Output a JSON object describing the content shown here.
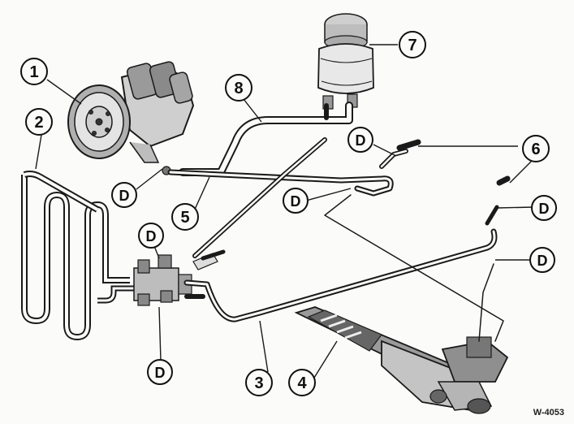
{
  "diagram": {
    "callouts": [
      {
        "id": "c1",
        "text": "1"
      },
      {
        "id": "c2",
        "text": "2"
      },
      {
        "id": "c3",
        "text": "3"
      },
      {
        "id": "c4",
        "text": "4"
      },
      {
        "id": "c5",
        "text": "5"
      },
      {
        "id": "c6",
        "text": "6"
      },
      {
        "id": "c7",
        "text": "7"
      },
      {
        "id": "c8",
        "text": "8"
      },
      {
        "id": "d1",
        "text": "D"
      },
      {
        "id": "d2",
        "text": "D"
      },
      {
        "id": "d3",
        "text": "D"
      },
      {
        "id": "d4",
        "text": "D"
      },
      {
        "id": "d5",
        "text": "D"
      },
      {
        "id": "d6",
        "text": "D"
      },
      {
        "id": "d7",
        "text": "D"
      }
    ],
    "reference_id": "W-4053"
  }
}
